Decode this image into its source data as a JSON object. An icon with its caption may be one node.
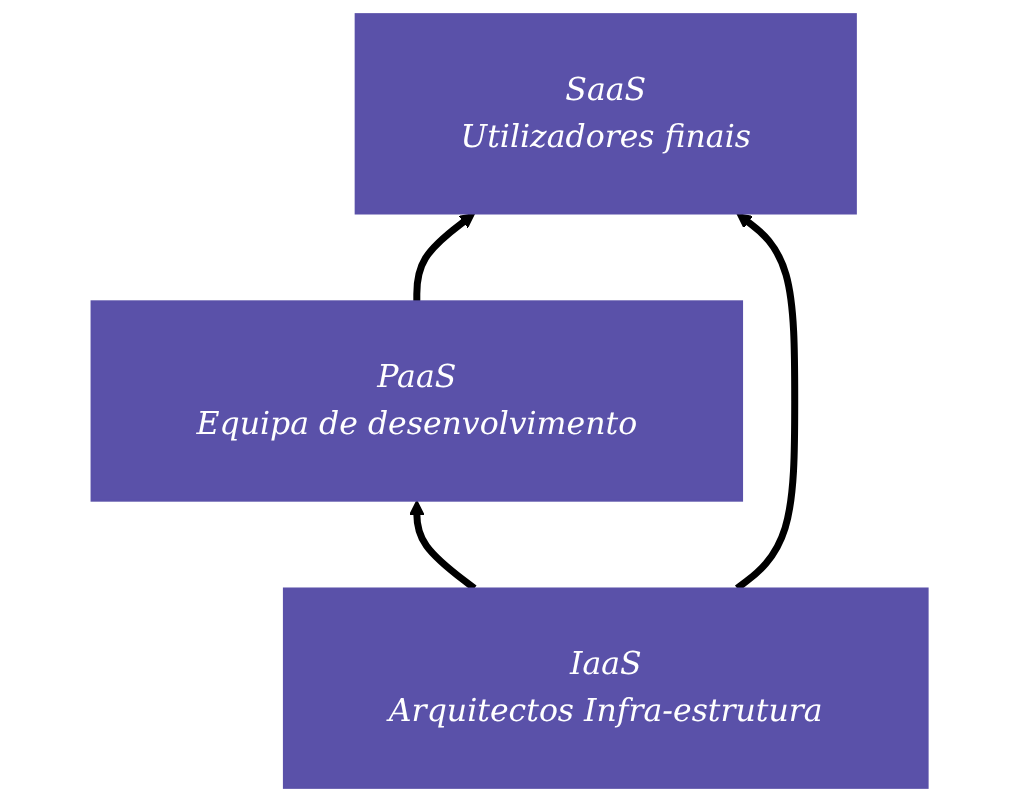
{
  "diagram": {
    "nodes": [
      {
        "text": [
          "SaaS",
          "Utilizadores finais"
        ]
      },
      {
        "text": [
          "PaaS",
          "Equipa de desenvolvimento"
        ]
      },
      {
        "text": [
          "IaaS",
          "Arquitectos Infra-estrutura"
        ]
      }
    ],
    "edges": [
      {
        "from": 1,
        "to": 0,
        "arrow": "to"
      },
      {
        "from": 2,
        "to": 1,
        "arrow": "to"
      },
      {
        "from": 2,
        "to": 0,
        "arrow": "to"
      }
    ]
  }
}
